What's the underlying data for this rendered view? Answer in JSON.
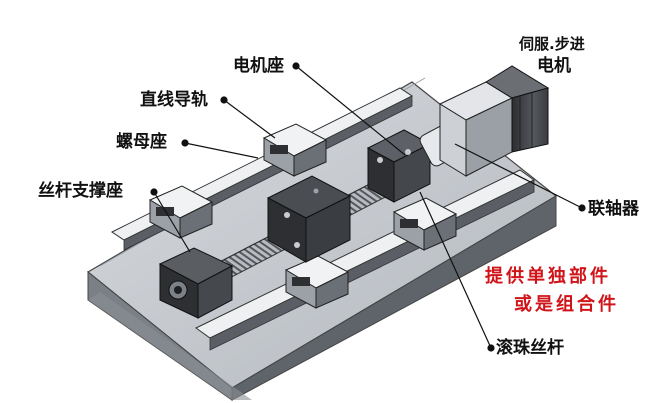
{
  "labels": {
    "motor_seat": "电机座",
    "servo_line1": "伺服.步进",
    "servo_line2": "电机",
    "linear_guide": "直线导轨",
    "nut_seat": "螺母座",
    "screw_support": "丝杆支撑座",
    "coupling": "联轴器",
    "ball_screw": "滚珠丝杆"
  },
  "note": {
    "line1": "提供单独部件",
    "line2": "或是组合件",
    "color": "#d0141a"
  },
  "colors": {
    "base_top": "#c3c7cc",
    "base_side": "#6f747a",
    "part_dark": "#2d2f33",
    "part_light": "#dfe2e6"
  }
}
